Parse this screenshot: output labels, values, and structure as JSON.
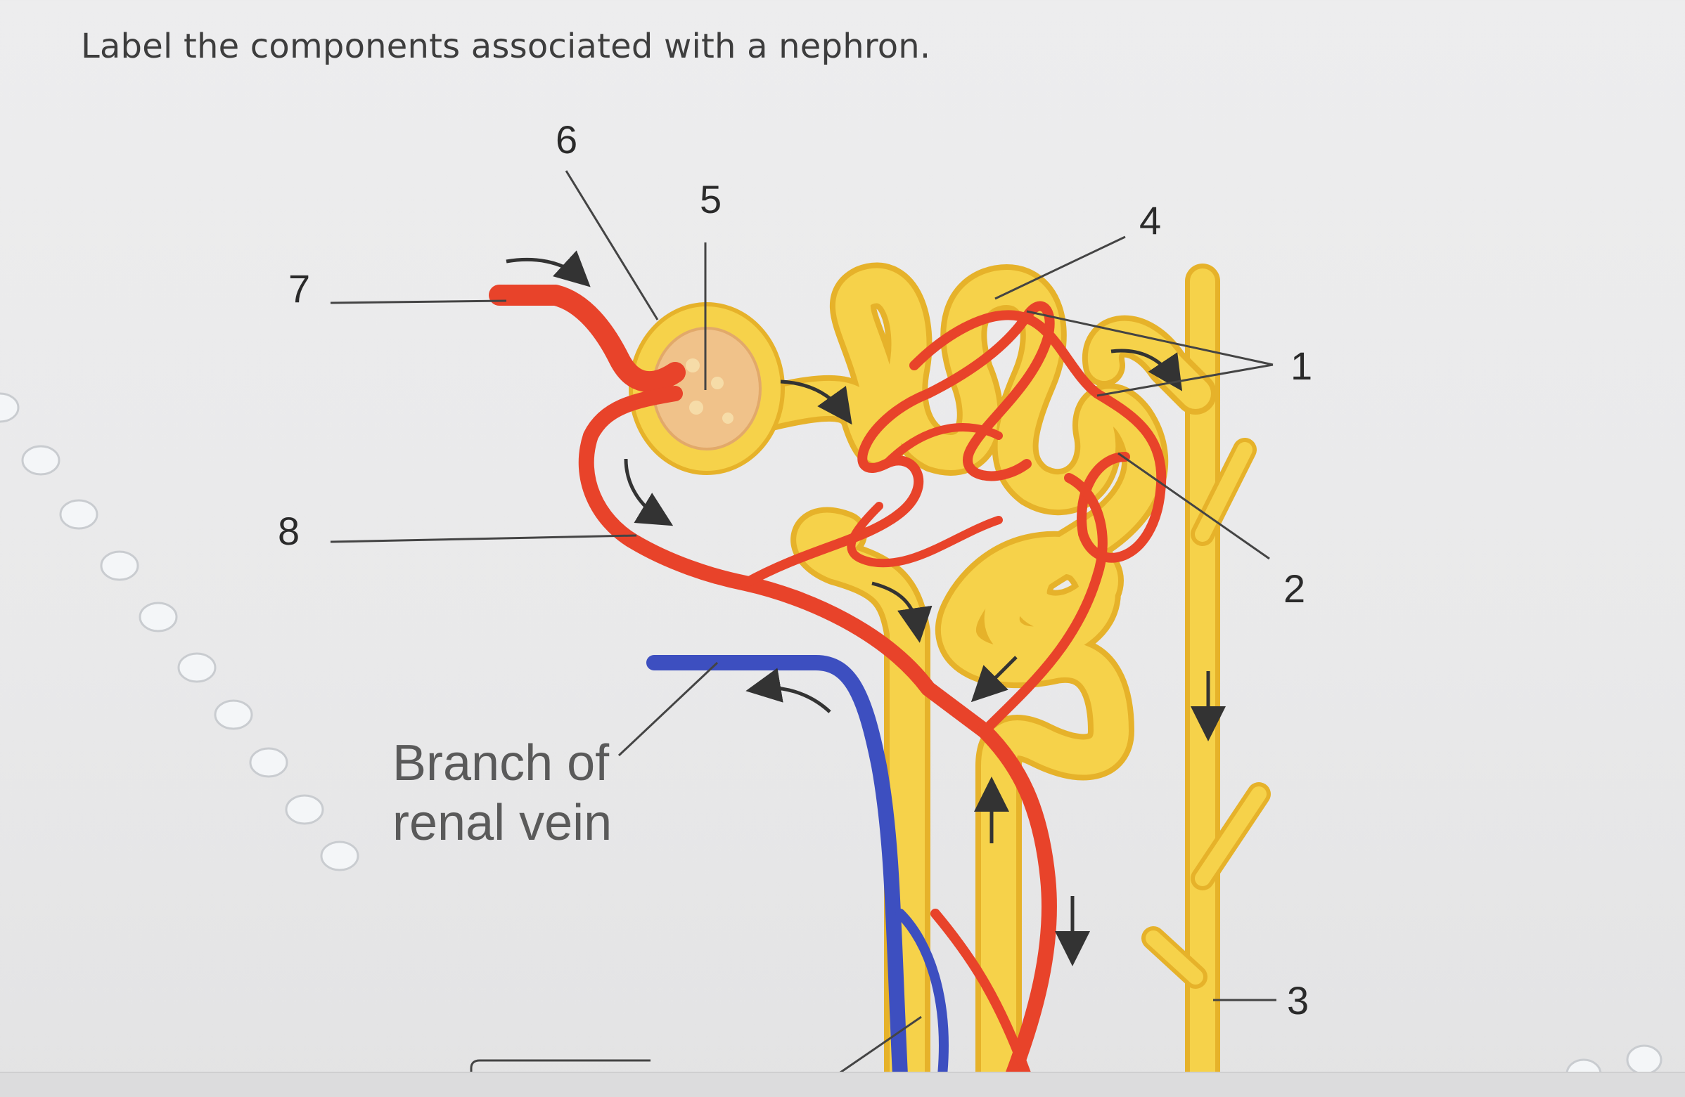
{
  "question": "Label the components associated with a nephron.",
  "labels": {
    "l1": "1",
    "l2": "2",
    "l3": "3",
    "l4": "4",
    "l5": "5",
    "l6": "6",
    "l7": "7",
    "l8": "8"
  },
  "given_label": {
    "line1": "Branch of",
    "line2": "renal vein"
  },
  "colors": {
    "tubule": "#f6d24a",
    "tubule_edge": "#e6b22a",
    "artery": "#e8432a",
    "vein": "#3d4fc0",
    "glomerulus": "#f0c28a"
  }
}
